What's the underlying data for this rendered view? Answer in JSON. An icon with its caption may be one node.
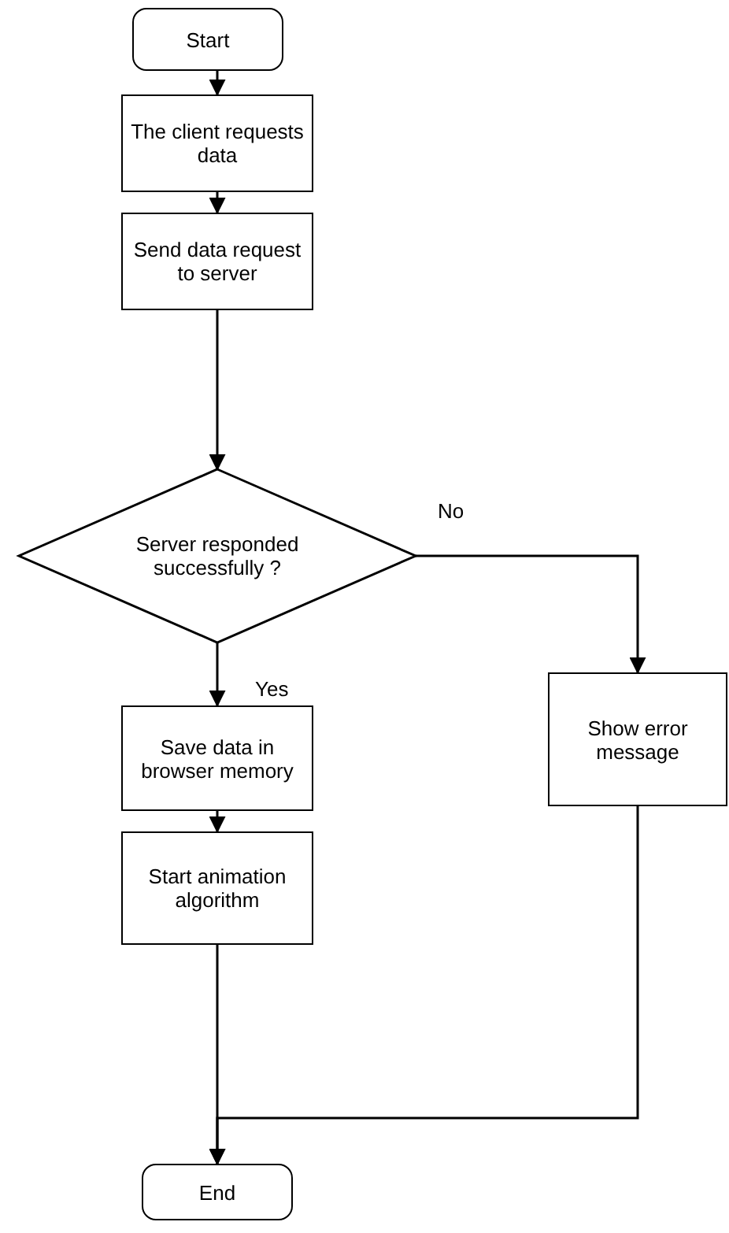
{
  "diagram": {
    "nodes": [
      {
        "text": [
          "Start"
        ]
      },
      {
        "text": [
          "The client requests data"
        ]
      },
      {
        "text": [
          "Send data request to server"
        ]
      },
      {
        "text": [
          "Server responded successfully ?"
        ]
      },
      {
        "text": [
          "Save data in browser memory"
        ]
      },
      {
        "text": [
          "Start animation algorithm"
        ]
      },
      {
        "text": [
          "Show error message"
        ]
      },
      {
        "text": [
          "End"
        ]
      }
    ],
    "edges": [
      {
        "from": 0,
        "to": 1,
        "arrow": "to"
      },
      {
        "from": 1,
        "to": 2,
        "arrow": "to"
      },
      {
        "from": 2,
        "to": 3,
        "arrow": "to"
      },
      {
        "from": 3,
        "to": 4,
        "arrow": "to",
        "label": "Yes"
      },
      {
        "from": 3,
        "to": 6,
        "arrow": "to",
        "label": "No"
      },
      {
        "from": 4,
        "to": 5,
        "arrow": "to"
      },
      {
        "from": 5,
        "to": 7,
        "arrow": "to"
      },
      {
        "from": 6,
        "to": 7,
        "arrow": "to"
      }
    ]
  }
}
